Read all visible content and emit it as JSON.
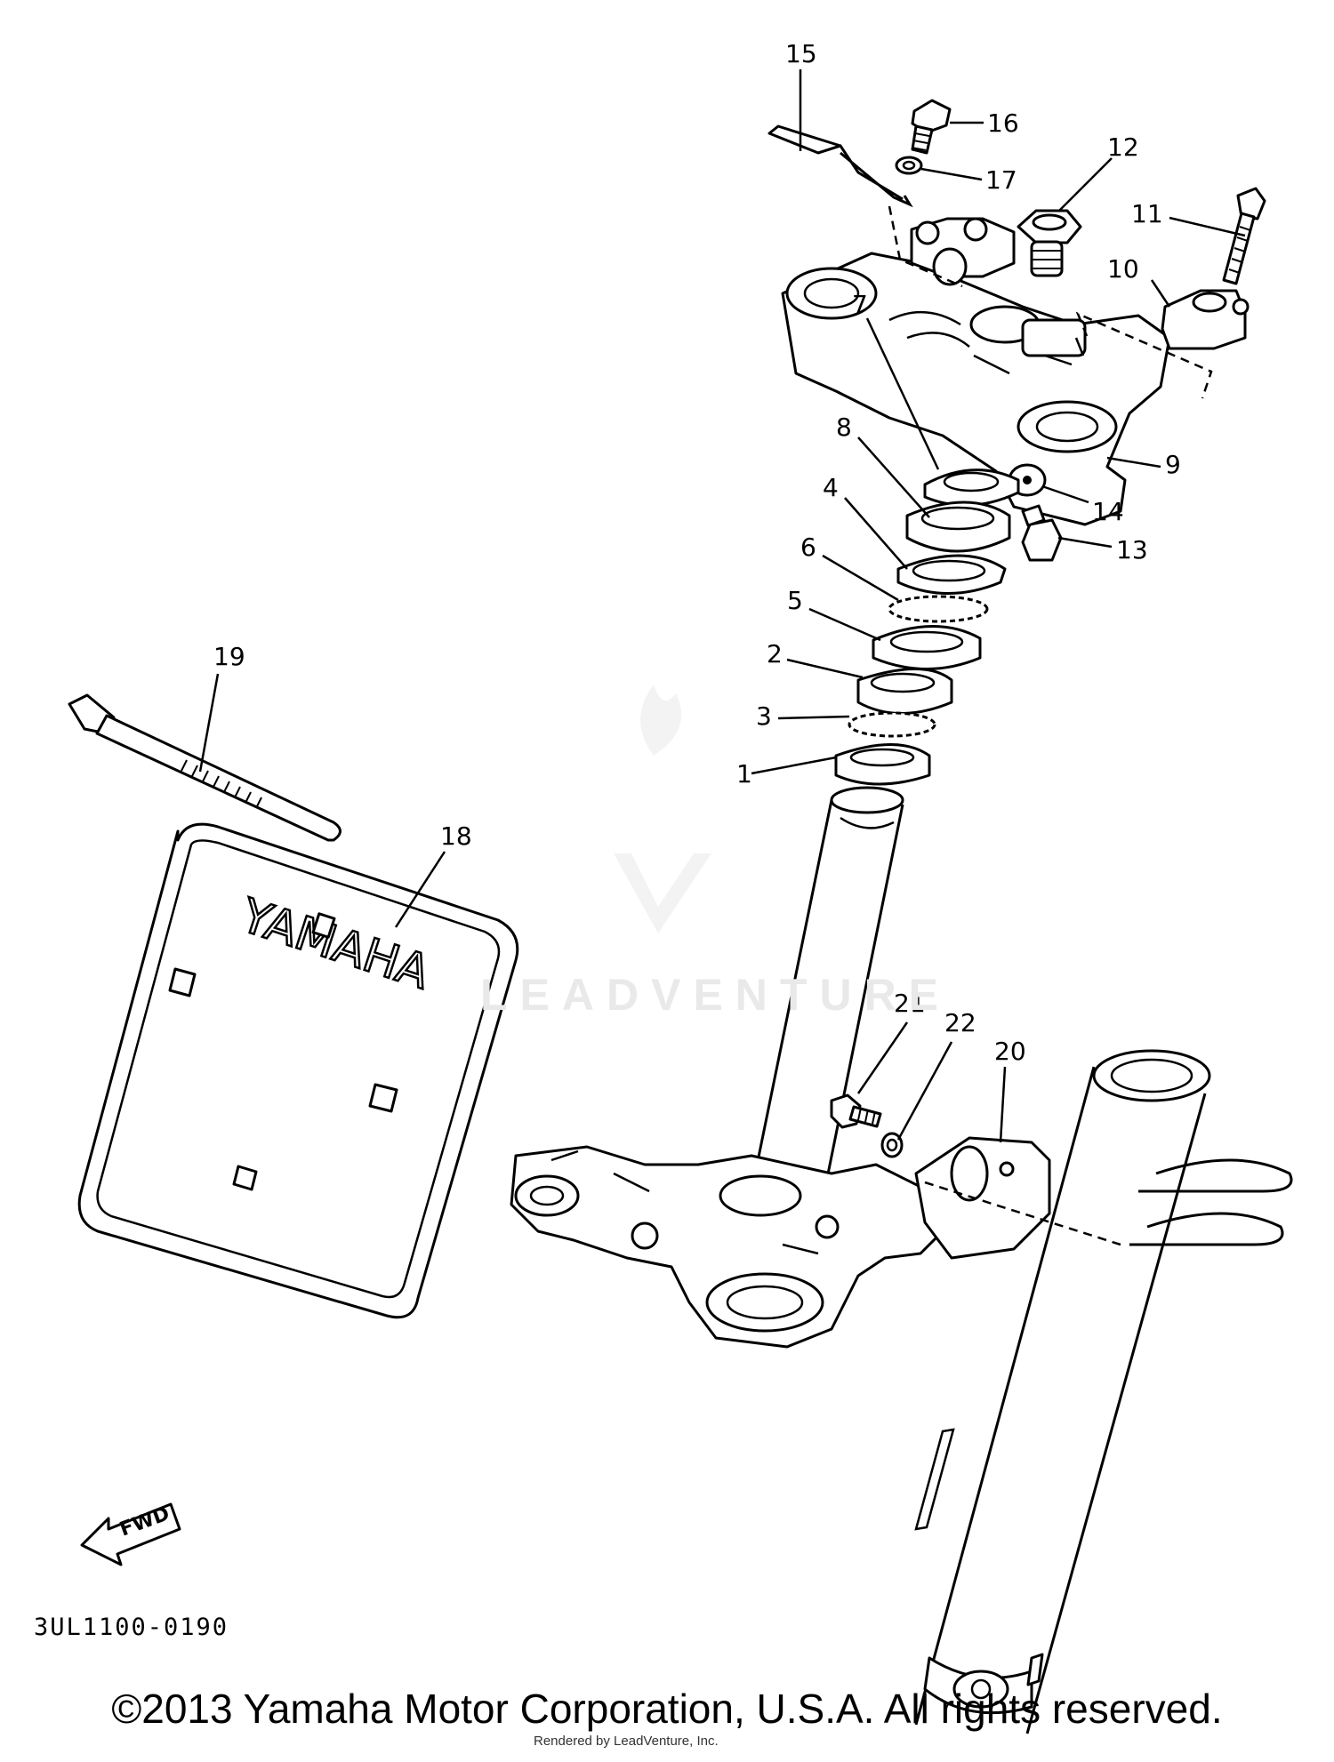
{
  "callouts": [
    "1",
    "2",
    "3",
    "4",
    "5",
    "6",
    "7",
    "8",
    "9",
    "10",
    "11",
    "12",
    "13",
    "14",
    "15",
    "16",
    "17",
    "18",
    "19",
    "20",
    "21",
    "22"
  ],
  "plate_text": "YAMAHA",
  "fwd_text": "FWD",
  "diagram_code": "3UL1100-0190",
  "watermark_text": "LEADVENTURE",
  "copyright": "©2013 Yamaha Motor Corporation, U.S.A. All rights reserved.",
  "rendered_by": "Rendered by LeadVenture, Inc.",
  "colors": {
    "line": "#000000",
    "background": "#ffffff",
    "watermark": "#e9e9e9"
  },
  "icons": {
    "fwd_arrow": "fwd-arrow-icon",
    "watermark_logo": "leadventure-logo-icon"
  }
}
